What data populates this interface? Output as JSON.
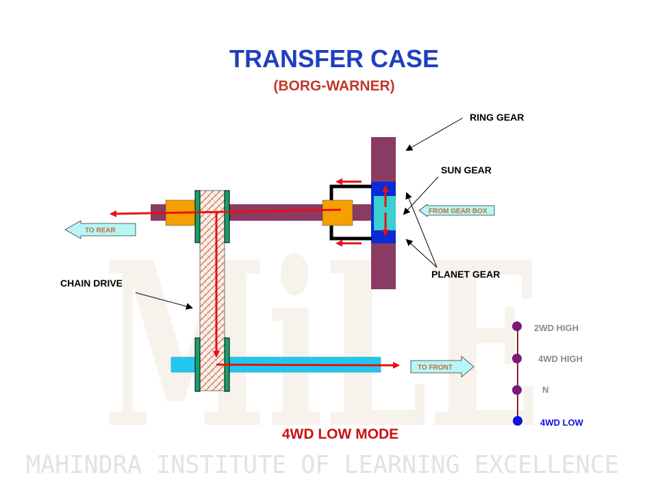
{
  "title": "TRANSFER CASE",
  "subtitle": "(BORG-WARNER)",
  "labels": {
    "ring_gear": "RING GEAR",
    "sun_gear": "SUN GEAR",
    "planet_gear": "PLANET GEAR",
    "chain_drive": "CHAIN DRIVE",
    "from_gear_box": "FROM GEAR BOX",
    "to_rear": "TO REAR",
    "to_front": "TO FRONT"
  },
  "mode": "4WD LOW MODE",
  "shift_positions": [
    {
      "label": "2WD HIGH",
      "active": false
    },
    {
      "label": "4WD HIGH",
      "active": false
    },
    {
      "label": "N",
      "active": false
    },
    {
      "label": "4WD LOW",
      "active": true
    }
  ],
  "watermark": {
    "logo": "MiLE",
    "institute": "MAHINDRA INSTITUTE OF LEARNING EXCELLENCE"
  },
  "colors": {
    "title": "#1f3fbf",
    "subtitle": "#c0392b",
    "mode": "#cc1111",
    "shaft": "#8b3a62",
    "collar": "#f5a000",
    "planet": "#0a2cd6",
    "sun": "#3ccfcf",
    "front_shaft": "#22c7f0",
    "sprocket": "#18a06a",
    "flow": "#e81010",
    "selector_inactive": "#7a1a7a",
    "selector_active": "#1010e0"
  }
}
